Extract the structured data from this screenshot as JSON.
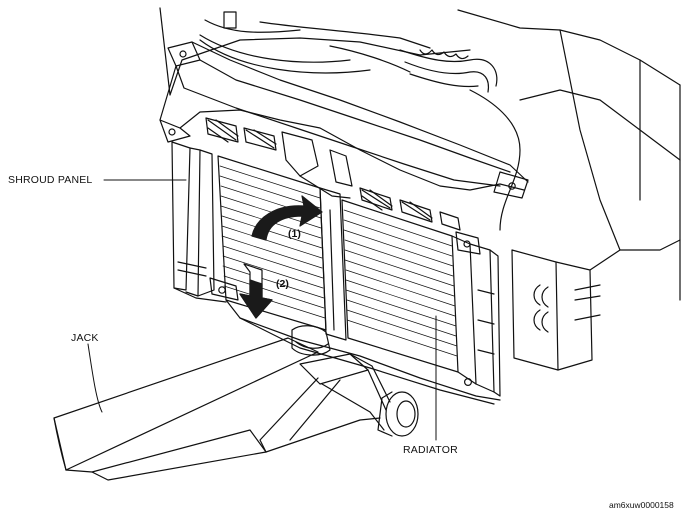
{
  "labels": {
    "shroud_panel": "SHROUD PANEL",
    "jack": "JACK",
    "radiator": "RADIATOR",
    "step_1": "(1)",
    "step_2": "(2)"
  },
  "figure_code": "am6xuw0000158",
  "colors": {
    "ink": "#111111",
    "arrow_fill": "#1a1a1a",
    "background": "#ffffff"
  }
}
